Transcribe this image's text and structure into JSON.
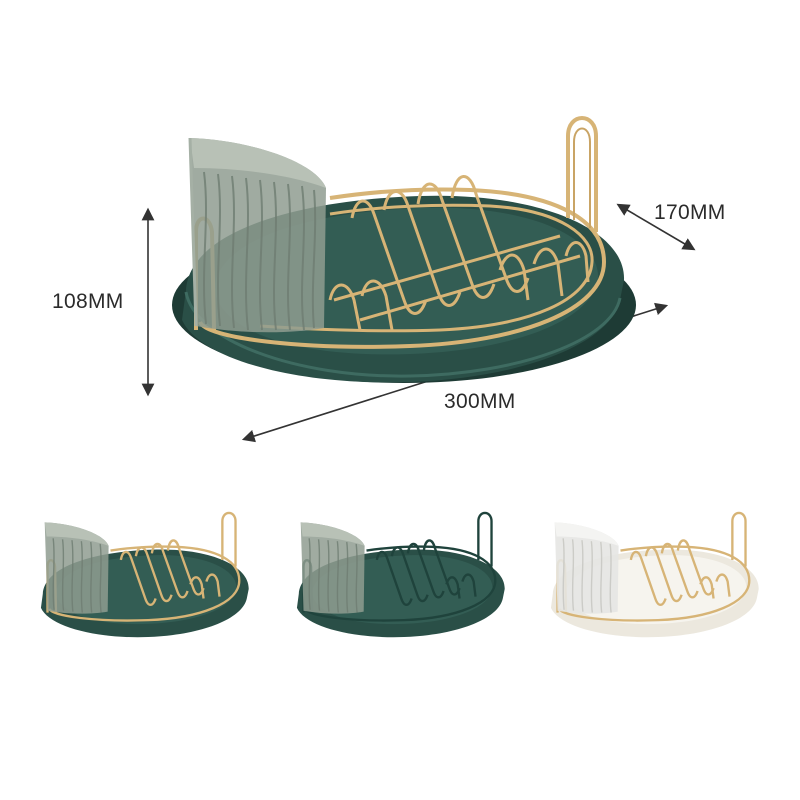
{
  "dimensions": {
    "height_label": "108MM",
    "depth_label": "170MM",
    "length_label": "300MM"
  },
  "variants": [
    {
      "name": "green-tray-gold-rack",
      "tray": "#274a43",
      "rack": "#d7b476",
      "cup": "#8f9c90"
    },
    {
      "name": "green-tray-green-rack",
      "tray": "#274a43",
      "rack": "#274a43",
      "cup": "#8f9c90"
    },
    {
      "name": "white-tray-gold-rack",
      "tray": "#efece4",
      "rack": "#d7b476",
      "cup": "#e9e9e6"
    }
  ],
  "colors": {
    "arrow": "#333333",
    "tray_green": "#274a43",
    "rack_gold": "#d7b476",
    "cup_smoke": "#8f9c90"
  }
}
